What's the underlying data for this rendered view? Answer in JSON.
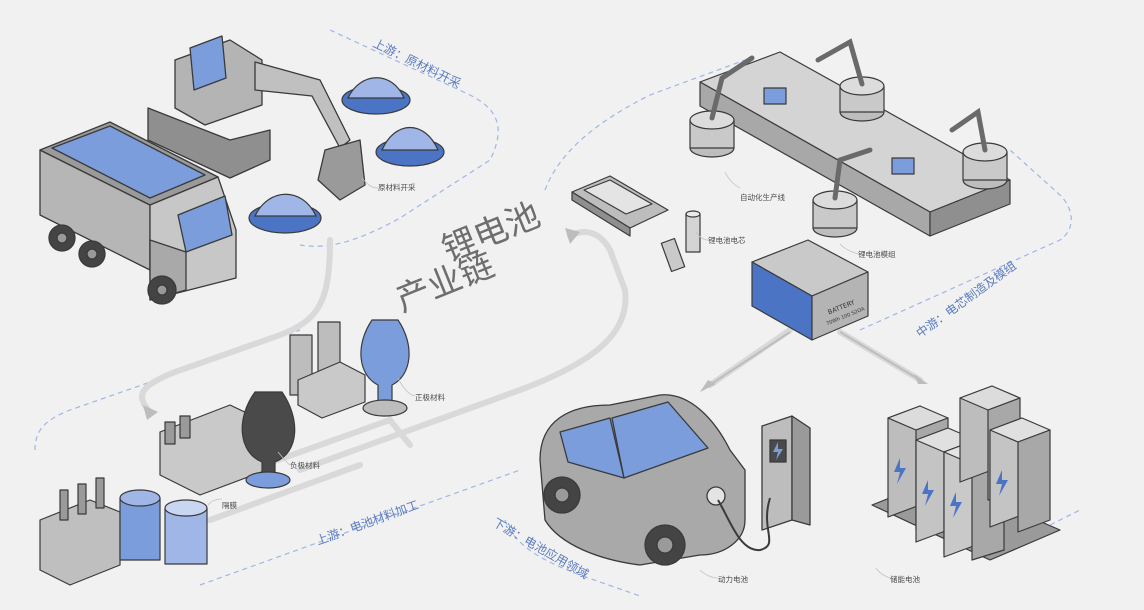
{
  "title_lines": [
    "锂电池",
    "产业链"
  ],
  "sections": {
    "upstream_mining": "上游：原材料开采",
    "upstream_processing": "上游：电池材料加工",
    "midstream": "中游：电芯制造及模组",
    "downstream": "下游：电池应用领域"
  },
  "labels": {
    "raw_mining": "原材料开采",
    "cathode": "正极材料",
    "anode": "负极材料",
    "separator": "隔膜",
    "auto_line": "自动化生产线",
    "li_cell": "锂电池电芯",
    "li_module": "锂电池模组",
    "power_battery": "动力电池",
    "storage_battery": "储能电池"
  },
  "battery_text": [
    "BATTERY",
    "70Wh 100 S2OA"
  ],
  "colors": {
    "background": "#f1f1f1",
    "accent_blue": "#7b9ddc",
    "steel": "#a8a8a8",
    "dark": "#3a3a3a",
    "dash_blue": "#9fb6e6"
  }
}
